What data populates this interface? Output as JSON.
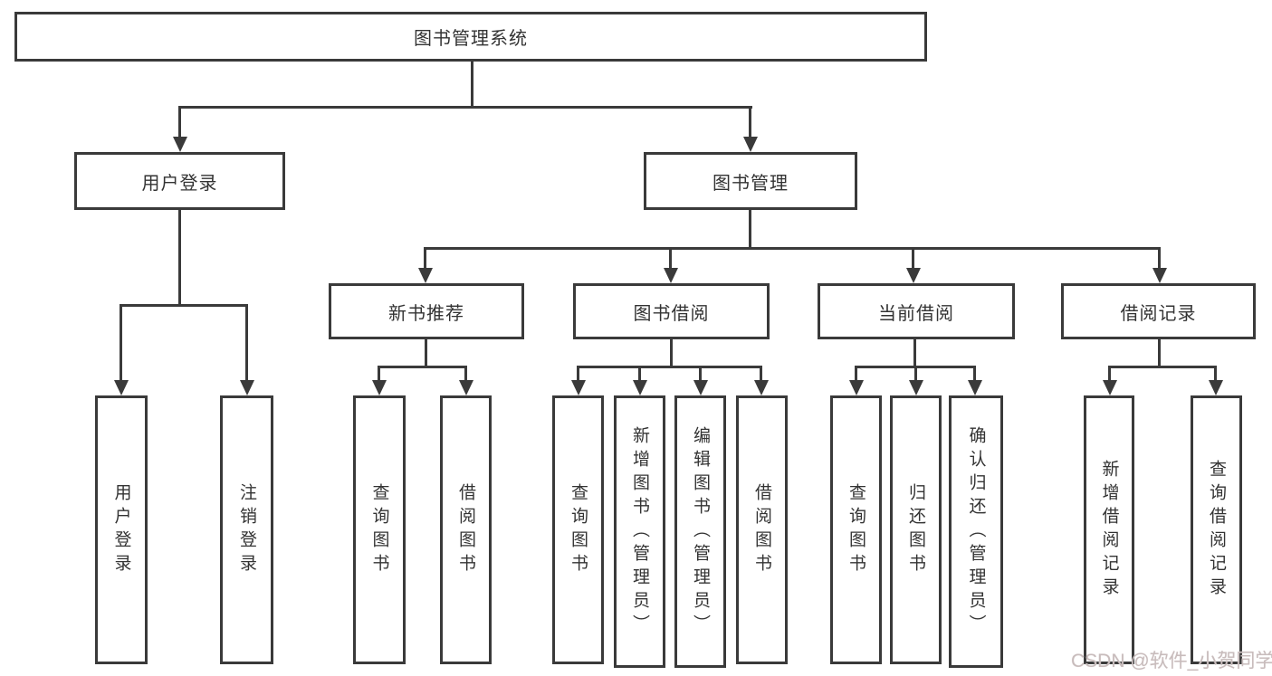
{
  "tree": {
    "root": {
      "label": "图书管理系统"
    },
    "children": [
      {
        "label": "用户登录",
        "children": [
          {
            "label": "用户登录"
          },
          {
            "label": "注销登录"
          }
        ]
      },
      {
        "label": "图书管理",
        "children": [
          {
            "label": "新书推荐",
            "children": [
              {
                "label": "查询图书"
              },
              {
                "label": "借阅图书"
              }
            ]
          },
          {
            "label": "图书借阅",
            "children": [
              {
                "label": "查询图书"
              },
              {
                "label": "新增图书（管理员）"
              },
              {
                "label": "编辑图书（管理员）"
              },
              {
                "label": "借阅图书"
              }
            ]
          },
          {
            "label": "当前借阅",
            "children": [
              {
                "label": "查询图书"
              },
              {
                "label": "归还图书"
              },
              {
                "label": "确认归还（管理员）"
              }
            ]
          },
          {
            "label": "借阅记录",
            "children": [
              {
                "label": "新增借阅记录"
              },
              {
                "label": "查询借阅记录"
              }
            ]
          }
        ]
      }
    ]
  },
  "watermark": "CSDN @软件_小贺同学",
  "colors": {
    "line": "#3a3a3a",
    "text": "#333333",
    "background": "#ffffff",
    "watermark": "#c8bcbc"
  }
}
